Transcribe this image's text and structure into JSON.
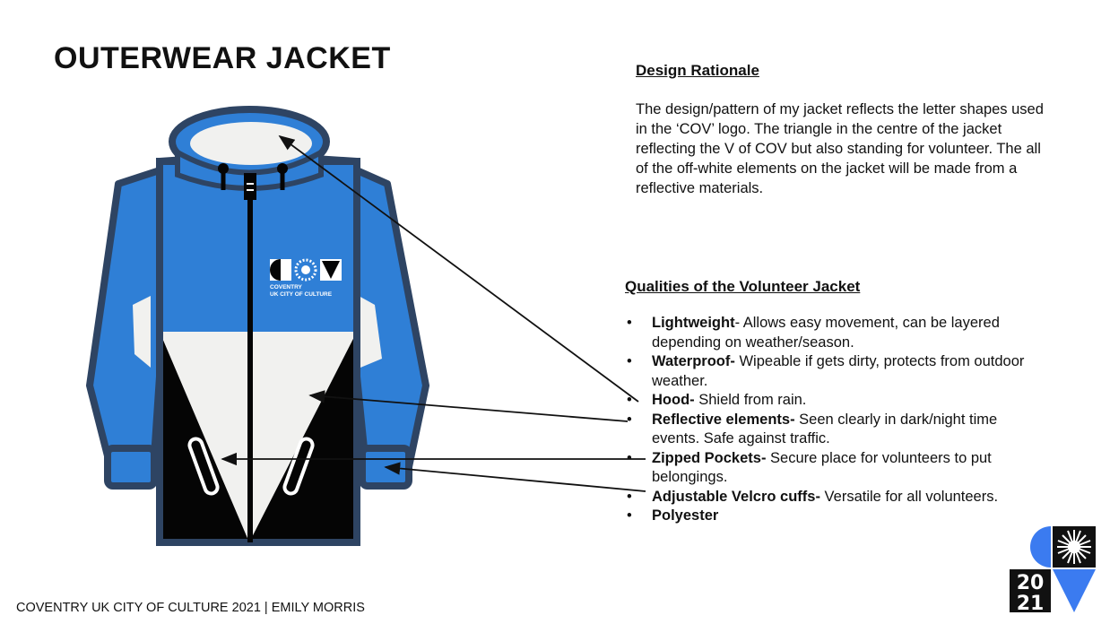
{
  "title": "OUTERWEAR JACKET",
  "design_rationale": {
    "heading": "Design Rationale",
    "text": "The design/pattern of my jacket reflects the letter shapes used in the ‘COV’ logo. The triangle in the centre of the jacket reflecting the V of COV but also standing for volunteer. The all of the off-white elements on the jacket will be made from a reflective materials."
  },
  "qualities": {
    "heading": "Qualities of the Volunteer Jacket",
    "bullet": "•",
    "items": [
      {
        "label": "Lightweight",
        "text": "- Allows easy movement, can be layered depending on weather/season."
      },
      {
        "label": "Waterproof-",
        "text": " Wipeable if gets dirty, protects from outdoor weather."
      },
      {
        "label": "Hood-",
        "text": " Shield from rain."
      },
      {
        "label": "Reflective elements-",
        "text": " Seen clearly in dark/night time events. Safe against traffic."
      },
      {
        "label": "Zipped Pockets-",
        "text": " Secure place for volunteers to put belongings."
      },
      {
        "label": "Adjustable Velcro cuffs-",
        "text": " Versatile for all volunteers."
      },
      {
        "label": "Polyester",
        "text": ""
      }
    ]
  },
  "jacket_logo": {
    "line1": "COVENTRY",
    "line2": "UK CITY OF CULTURE"
  },
  "corner_logo": {
    "year_top": "20",
    "year_bottom": "21"
  },
  "footer": "COVENTRY UK CITY OF CULTURE 2021 | EMILY MORRIS",
  "colors": {
    "blue": "#2f7fd6",
    "navy": "#2e4463",
    "offwhite": "#f1f1ef",
    "black": "#050505",
    "logo_blue": "#3b7bf0"
  }
}
